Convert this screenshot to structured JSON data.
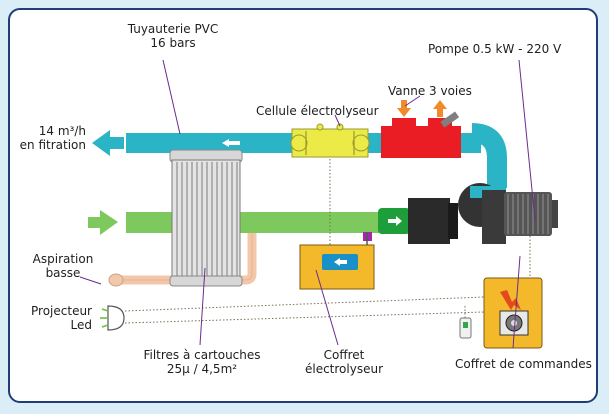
{
  "labels": {
    "pipe": [
      "Tuyauterie PVC",
      "16 bars"
    ],
    "flow": [
      "14 m³/h",
      "en fitration"
    ],
    "pump": "Pompe 0.5 kW - 220 V",
    "valve": "Vanne 3 voies",
    "cell": "Cellule électrolyseur",
    "suction": [
      "Aspiration",
      "basse"
    ],
    "projector": [
      "Projecteur",
      "Led"
    ],
    "filters": [
      "Filtres à cartouches",
      "25µ / 4,5m²"
    ],
    "box": [
      "Coffret",
      "électrolyseur"
    ],
    "control": "Coffret de commandes"
  },
  "colors": {
    "frame_border": "#1f3e78",
    "return_pipe": "#2bb3c6",
    "inlet_pipe": "#7dc95e",
    "valve": "#ea1c24",
    "cell": "#ecea47",
    "box": "#f4b92b",
    "pump_body": "#555555",
    "suction_pipe": "#f3c8aa",
    "leader_line": "#6a2c8c"
  },
  "icons": [
    "arrow-left-icon",
    "arrow-right-icon",
    "arrow-down-icon",
    "arrow-up-icon",
    "lightning-icon",
    "led-lamp-icon",
    "switch-icon"
  ]
}
